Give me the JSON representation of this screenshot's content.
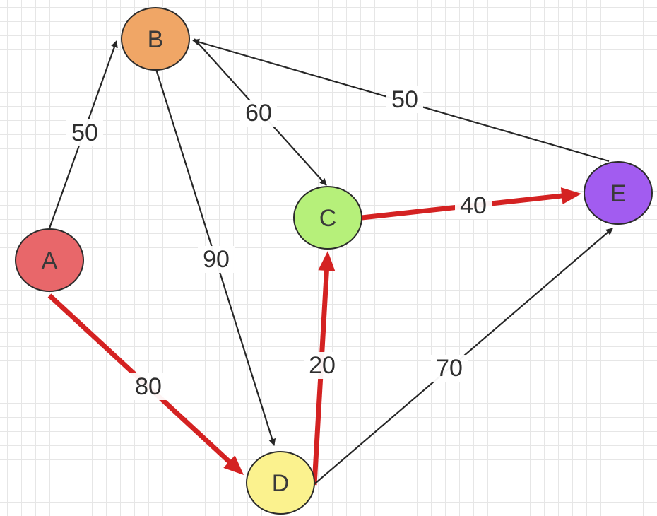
{
  "graph": {
    "colors": {
      "background": "#ffffff",
      "grid": "#e6e6e6",
      "node_stroke": "#2b2b2b",
      "edge_default": "#262626",
      "edge_highlight": "#d42222",
      "label_text": "#2e2e2e"
    },
    "nodes": [
      {
        "id": "A",
        "label": "A",
        "color": "#e8676a"
      },
      {
        "id": "B",
        "label": "B",
        "color": "#f0a666"
      },
      {
        "id": "C",
        "label": "C",
        "color": "#b6f07a"
      },
      {
        "id": "D",
        "label": "D",
        "color": "#fbf28e"
      },
      {
        "id": "E",
        "label": "E",
        "color": "#a25cf0"
      }
    ],
    "edges": [
      {
        "id": "A-B",
        "from": "A",
        "to": "B",
        "weight": "50",
        "highlight": false
      },
      {
        "id": "A-D",
        "from": "A",
        "to": "D",
        "weight": "80",
        "highlight": true
      },
      {
        "id": "B-C",
        "from": "B",
        "to": "C",
        "weight": "60",
        "highlight": false
      },
      {
        "id": "B-D",
        "from": "B",
        "to": "D",
        "weight": "90",
        "highlight": false
      },
      {
        "id": "D-C",
        "from": "D",
        "to": "C",
        "weight": "20",
        "highlight": true
      },
      {
        "id": "C-E",
        "from": "C",
        "to": "E",
        "weight": "40",
        "highlight": true
      },
      {
        "id": "D-E",
        "from": "D",
        "to": "E",
        "weight": "70",
        "highlight": false
      },
      {
        "id": "E-B",
        "from": "E",
        "to": "B",
        "weight": "50",
        "highlight": false
      }
    ]
  }
}
